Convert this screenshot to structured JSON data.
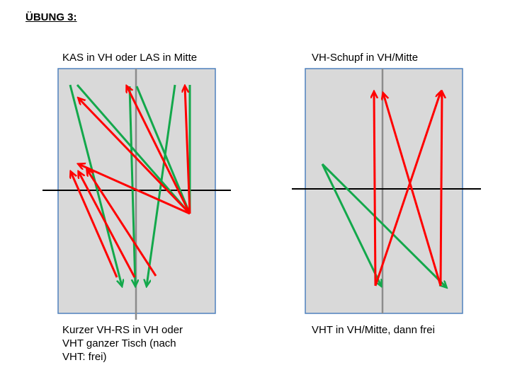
{
  "title": "ÜBUNG 3:",
  "colors": {
    "table_fill": "#d9d9d9",
    "table_border": "#4f81bd",
    "net": "#000000",
    "center_line": "#8c8c8c",
    "red_arrow": "#ff0000",
    "green_arrow": "#13a84b"
  },
  "left": {
    "top_label": "KAS in VH oder LAS in Mitte",
    "bottom_label_lines": [
      "Kurzer VH-RS in VH oder",
      "VHT ganzer Tisch (nach",
      "VHT: frei)"
    ]
  },
  "right": {
    "top_label": "VH-Schupf in VH/Mitte",
    "bottom_label": "VHT in VH/Mitte, dann frei"
  }
}
